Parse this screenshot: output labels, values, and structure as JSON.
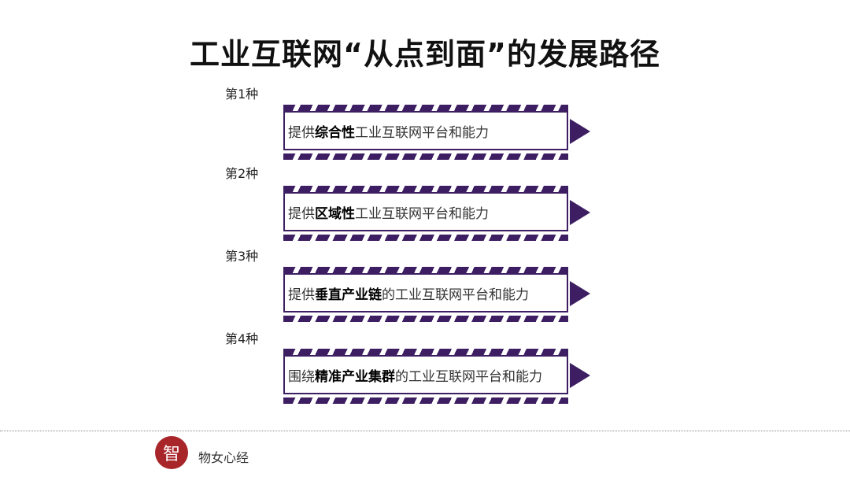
{
  "title": "工业互联网“从点到面”的发展路径",
  "items": [
    {
      "label": "第1种",
      "prefix": "提供",
      "bold": "综合性",
      "suffix": "工业互联网平台和能力"
    },
    {
      "label": "第2种",
      "prefix": "提供",
      "bold": "区域性",
      "suffix": "工业互联网平台和能力"
    },
    {
      "label": "第3种",
      "prefix": "提供",
      "bold": "垂直产业链",
      "suffix": "的工业互联网平台和能力"
    },
    {
      "label": "第4种",
      "prefix": "围绕",
      "bold": "精准产业集群",
      "suffix": "的工业互联网平台和能力"
    }
  ],
  "footer": {
    "logo_char": "智",
    "brand": "物女心经"
  },
  "colors": {
    "accent": "#3d1e62",
    "logo": "#a8252a"
  }
}
